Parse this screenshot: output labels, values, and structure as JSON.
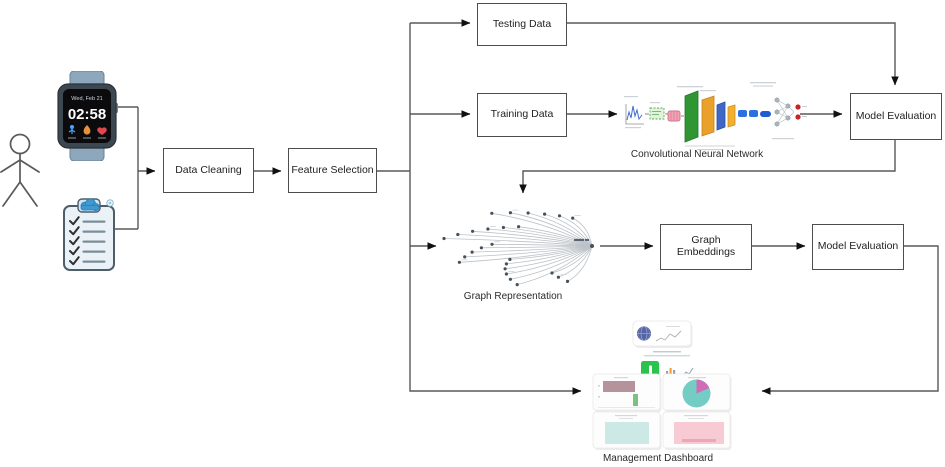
{
  "boxes": {
    "data_cleaning": "Data Cleaning",
    "feature_selection": "Feature Selection",
    "testing_data": "Testing Data",
    "training_data": "Training Data",
    "model_evaluation_cnn": "Model Evaluation",
    "graph_embeddings": "Graph Embeddings",
    "model_evaluation_graph": "Model Evaluation"
  },
  "captions": {
    "cnn": "Convolutional Neural Network",
    "graph_representation": "Graph Representation",
    "management_dashboard": "Management Dashboard"
  },
  "smartwatch": {
    "date": "Wed, Feb 21",
    "time": "02:58"
  },
  "icons": [
    {
      "name": "person-icon"
    },
    {
      "name": "smartwatch-icon"
    },
    {
      "name": "clipboard-checklist-icon"
    },
    {
      "name": "cloud-icon"
    },
    {
      "name": "plus-badge-icon"
    },
    {
      "name": "walker-icon"
    },
    {
      "name": "flame-icon"
    },
    {
      "name": "heart-icon"
    },
    {
      "name": "waveform-icon"
    },
    {
      "name": "cnn-architecture-icon"
    },
    {
      "name": "network-graph-icon"
    },
    {
      "name": "globe-icon"
    },
    {
      "name": "sparkline-icon"
    },
    {
      "name": "bar-chart-icon"
    },
    {
      "name": "trend-chart-icon"
    },
    {
      "name": "pie-chart-icon"
    },
    {
      "name": "dashboard-preview-icon"
    }
  ],
  "colors": {
    "connector_line": "#595959",
    "box_border": "#4d4d4d",
    "text": "#1f1f1f",
    "watch_strap": "#8da8bc",
    "watch_case": "#3d474f",
    "watch_screen": "#0b0b0d",
    "clipboard_fill": "#eaf2f7",
    "clipboard_border": "#4e5e68",
    "cloud_blue": "#3f9ad1",
    "cnn_green": "#2f9633",
    "cnn_orange": "#eaa12b",
    "cnn_blue": "#2b6fe0",
    "cnn_pink": "#f0a3b4",
    "cnn_output_red": "#cc2222",
    "graph_edge": "#bcc2c7",
    "graph_node": "#44525e",
    "dash_green": "#2bc24e",
    "pie_teal": "#74cdc4",
    "pie_pink": "#ce6cb5",
    "bar_mauve": "#b5929c",
    "panel_teal": "#cde9e6",
    "panel_pink": "#f8cad3"
  }
}
